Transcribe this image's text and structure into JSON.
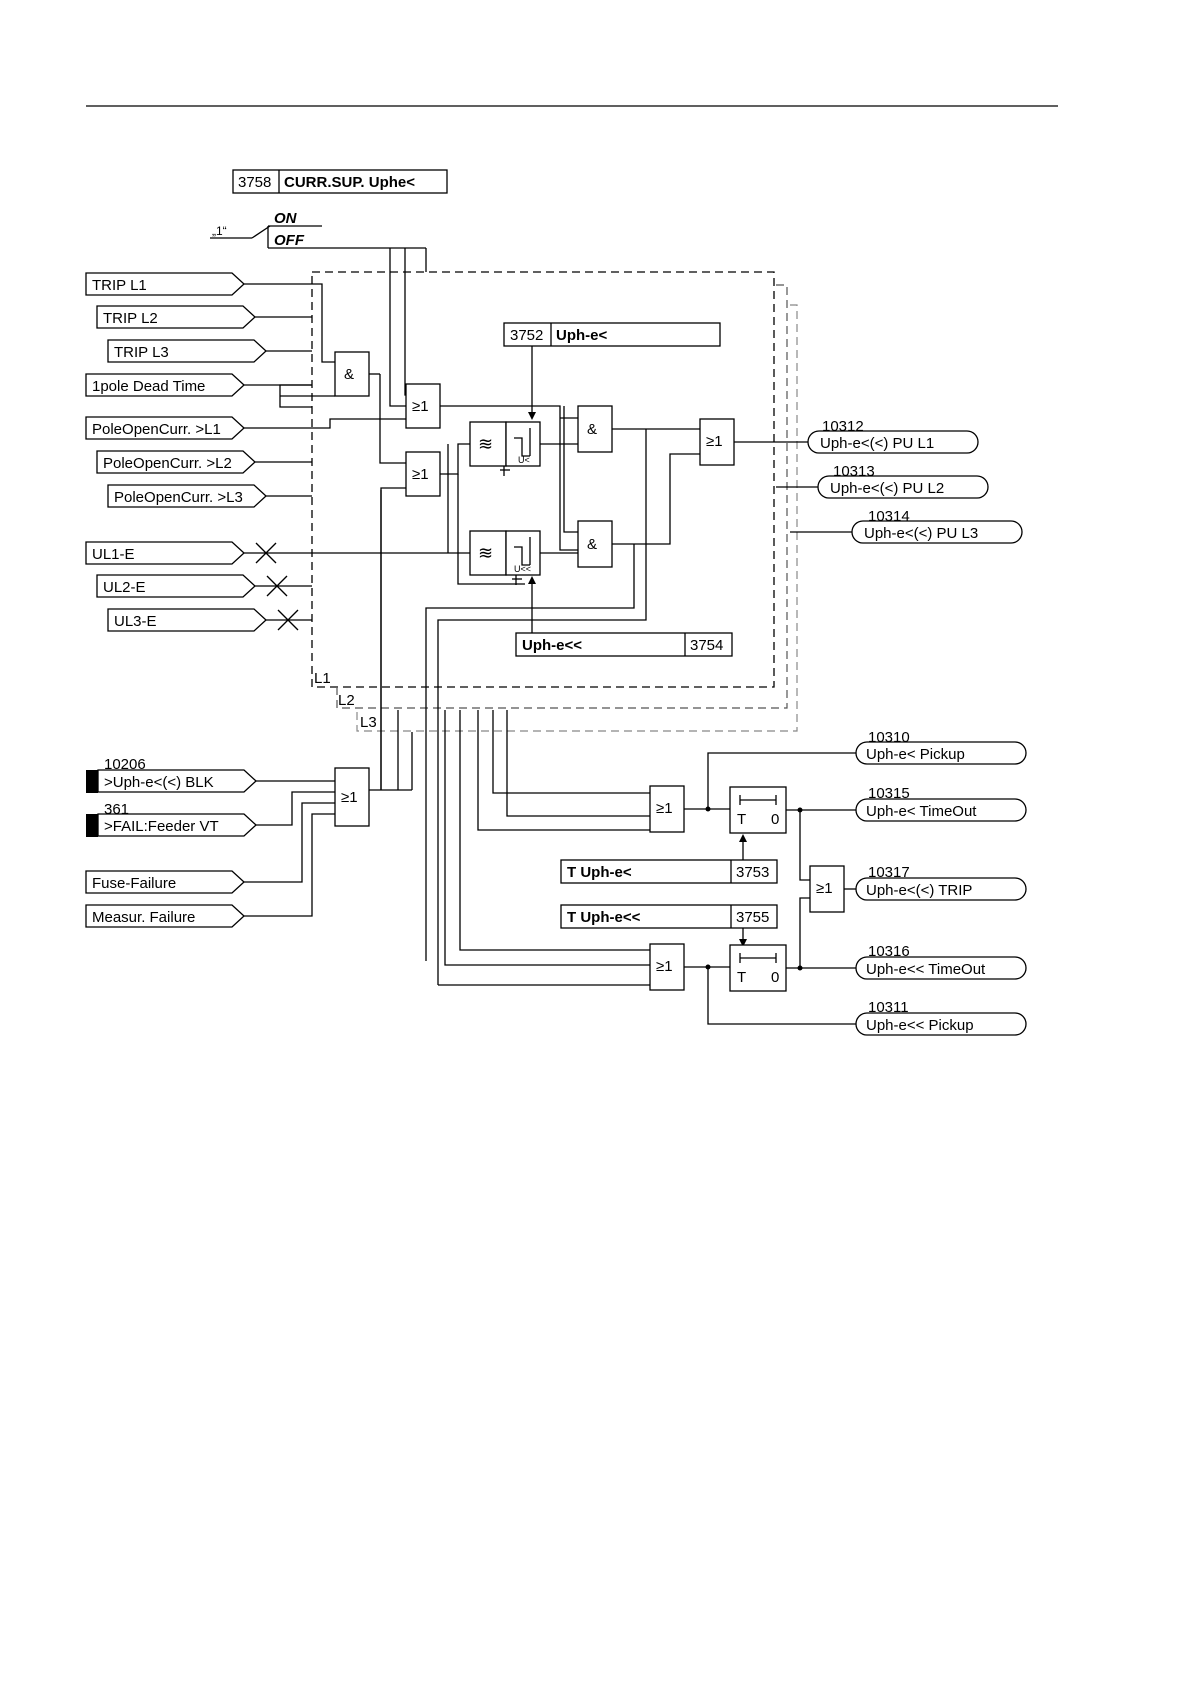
{
  "settings": {
    "curr_sup": {
      "addr": "3758",
      "label": "CURR.SUP. Uphe<"
    },
    "uphe_low": {
      "addr": "3752",
      "label": "Uph-e<"
    },
    "uphe_lowlow": {
      "addr": "3754",
      "label": "Uph-e<<"
    },
    "t_uphe_low": {
      "addr": "3753",
      "label": "T Uph-e<"
    },
    "t_uphe_lowlow": {
      "addr": "3755",
      "label": "T Uph-e<<"
    }
  },
  "switch": {
    "const": "„1“",
    "on": "ON",
    "off": "OFF"
  },
  "inputs": {
    "trip_l1": "TRIP L1",
    "trip_l2": "TRIP L2",
    "trip_l3": "TRIP L3",
    "dead_time": "1pole Dead Time",
    "poc_l1": "PoleOpenCurr. >L1",
    "poc_l2": "PoleOpenCurr. >L2",
    "poc_l3": "PoleOpenCurr. >L3",
    "ul1": "UL1-E",
    "ul2": "UL2-E",
    "ul3": "UL3-E",
    "blk": {
      "no": "10206",
      "label": ">Uph-e<(<) BLK"
    },
    "fail": {
      "no": "361",
      "label": ">FAIL:Feeder VT"
    },
    "fuse": "Fuse-Failure",
    "measur": "Measur. Failure"
  },
  "outputs": {
    "pu_l1": {
      "no": "10312",
      "label": "Uph-e<(<) PU L1"
    },
    "pu_l2": {
      "no": "10313",
      "label": "Uph-e<(<) PU L2"
    },
    "pu_l3": {
      "no": "10314",
      "label": "Uph-e<(<) PU L3"
    },
    "pickup": {
      "no": "10310",
      "label": "Uph-e< Pickup"
    },
    "timeout": {
      "no": "10315",
      "label": "Uph-e< TimeOut"
    },
    "trip": {
      "no": "10317",
      "label": "Uph-e<(<) TRIP"
    },
    "timeout2": {
      "no": "10316",
      "label": "Uph-e<< TimeOut"
    },
    "pickup2": {
      "no": "10311",
      "label": "Uph-e<< Pickup"
    }
  },
  "gates": {
    "and": "&",
    "or": "≥1",
    "t": "T",
    "zero": "0",
    "u_low": "U<",
    "u_lowlow": "U<<",
    "filter": "≋"
  },
  "phases": {
    "l1": "L1",
    "l2": "L2",
    "l3": "L3"
  }
}
